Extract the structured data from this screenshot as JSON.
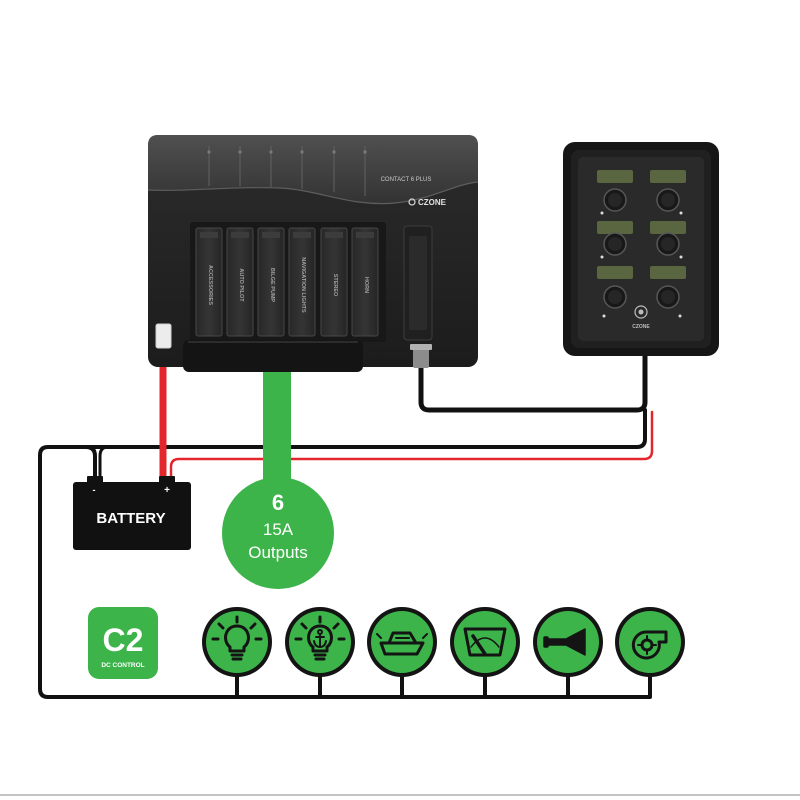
{
  "colors": {
    "green": "#3cb44a",
    "red": "#e3262b",
    "wire_black": "#111111",
    "module_body": "#262626",
    "panel_body": "#161616"
  },
  "module": {
    "model": "CONTACT 6 PLUS",
    "brand": "CZONE",
    "fuses": [
      "ACCESSORIES",
      "AUTO PILOT",
      "BILGE PUMP",
      "NAVIGATION LIGHTS",
      "STEREO",
      "HORN"
    ]
  },
  "switch_panel": {
    "brand": "CZONE"
  },
  "battery": {
    "label": "BATTERY",
    "negative": "-",
    "positive": "+"
  },
  "outputs": {
    "count": "6",
    "rating": "15A",
    "label": "Outputs"
  },
  "logo": {
    "mark": "C2",
    "tagline": "DC CONTROL"
  },
  "loads": [
    {
      "icon": "light-bulb-icon"
    },
    {
      "icon": "anchor-light-icon"
    },
    {
      "icon": "navigation-boat-icon"
    },
    {
      "icon": "wiper-icon"
    },
    {
      "icon": "horn-icon"
    },
    {
      "icon": "bilge-blower-icon"
    }
  ]
}
